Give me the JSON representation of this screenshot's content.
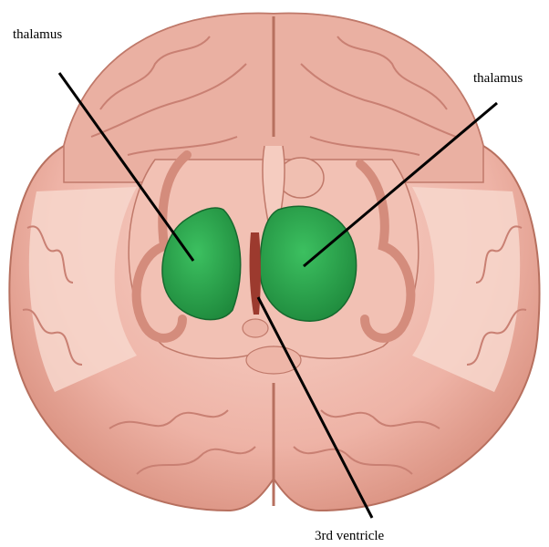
{
  "labels": {
    "thalamus_left": "thalamus",
    "thalamus_right": "thalamus",
    "third_ventricle": "3rd ventricle"
  },
  "colors": {
    "background": "#ffffff",
    "brain_tissue": "#eeb3a6",
    "gyri_outline": "#c98073",
    "white_matter": "#f7d7cc",
    "thalamus": "#2fa44f",
    "leader_line": "#000000"
  }
}
